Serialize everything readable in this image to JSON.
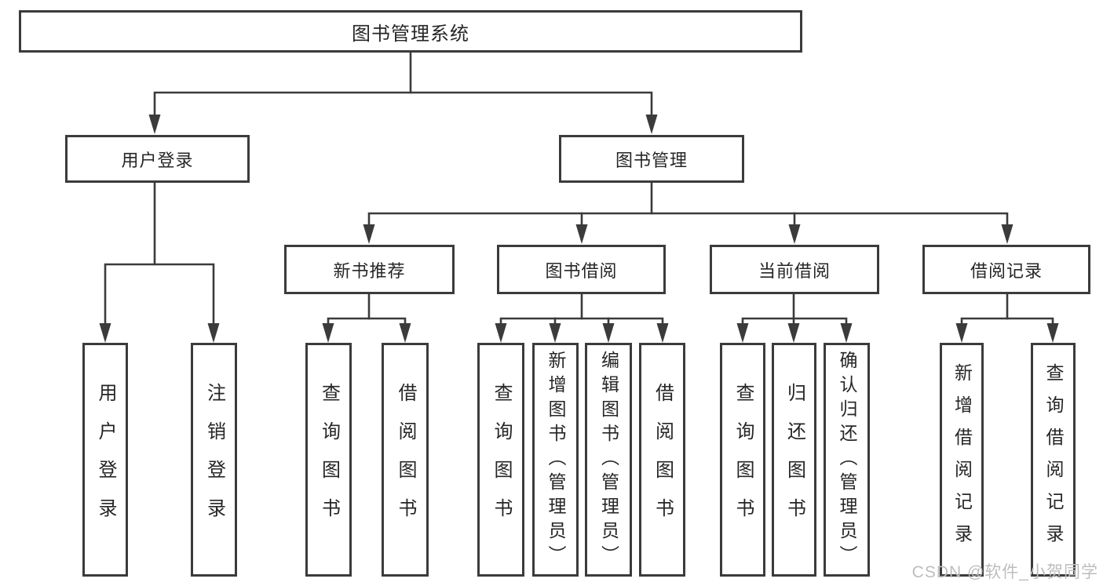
{
  "diagram": {
    "root": {
      "label": "图书管理系统"
    },
    "branches": [
      {
        "label": "用户登录",
        "leaves": [
          {
            "label": "用户登录"
          },
          {
            "label": "注销登录"
          }
        ]
      },
      {
        "label": "图书管理",
        "children": [
          {
            "label": "新书推荐",
            "leaves": [
              {
                "label": "查询图书"
              },
              {
                "label": "借阅图书"
              }
            ]
          },
          {
            "label": "图书借阅",
            "leaves": [
              {
                "label": "查询图书"
              },
              {
                "label": "新增图书（管理员）"
              },
              {
                "label": "编辑图书（管理员）"
              },
              {
                "label": "借阅图书"
              }
            ]
          },
          {
            "label": "当前借阅",
            "leaves": [
              {
                "label": "查询图书"
              },
              {
                "label": "归还图书"
              },
              {
                "label": "确认归还（管理员）"
              }
            ]
          },
          {
            "label": "借阅记录",
            "leaves": [
              {
                "label": "新增借阅记录"
              },
              {
                "label": "查询借阅记录"
              }
            ]
          }
        ]
      }
    ]
  },
  "watermark": {
    "text": "CSDN @软件_小贺同学",
    "color": "#bdbdbd"
  },
  "colors": {
    "line": "#3b3b3b",
    "box_border": "#3b3b3b",
    "box_fill": "#ffffff",
    "text": "#262626",
    "background": "#ffffff"
  }
}
